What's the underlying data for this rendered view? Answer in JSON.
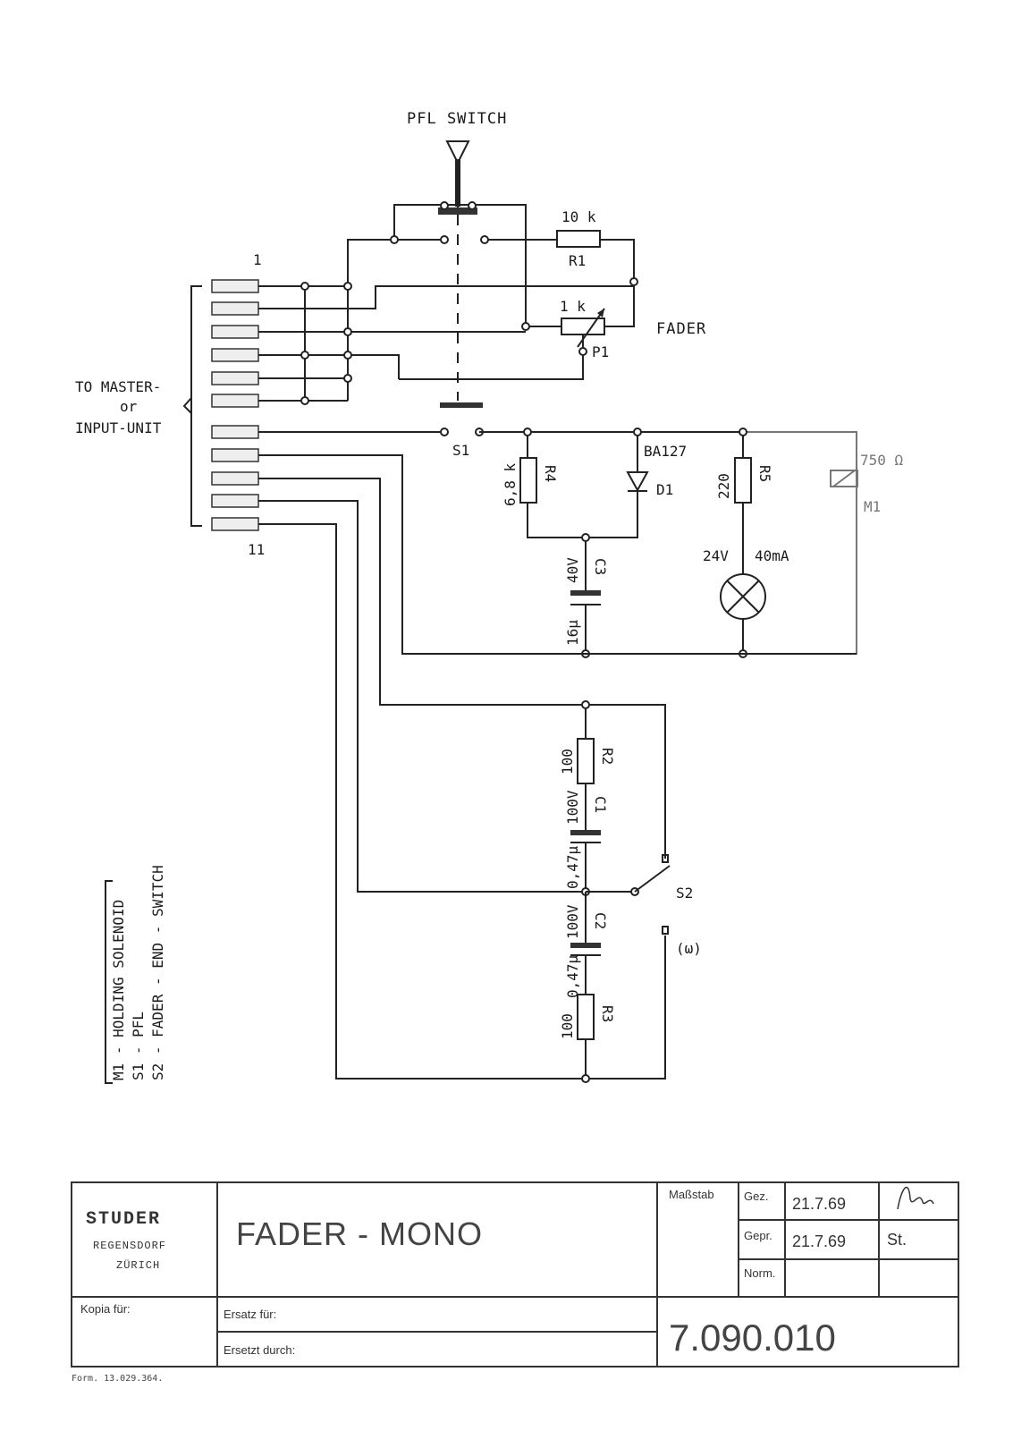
{
  "schematic": {
    "pfl_switch_label": "PFL SWITCH",
    "fader_label": "FADER",
    "connector_label_lines": [
      "TO MASTER-",
      "or",
      "INPUT-UNIT"
    ],
    "pin_first": "1",
    "pin_last": "11",
    "components": {
      "r1_value": "10 k",
      "r1_ref": "R1",
      "p1_value": "1 k",
      "p1_ref": "P1",
      "s1_ref": "S1",
      "r4_value": "6,8 k",
      "r4_ref": "R4",
      "d1_type": "BA127",
      "d1_ref": "D1",
      "r5_value": "220",
      "r5_ref": "R5",
      "m1_value": "750 Ω",
      "m1_ref": "M1",
      "c3_voltage": "40V",
      "c3_ref": "C3",
      "c3_value": "16μ",
      "lamp_voltage": "24V",
      "lamp_current": "40mA",
      "r2_value": "100",
      "r2_ref": "R2",
      "c1_voltage": "100V",
      "c1_ref": "C1",
      "c1_value": "0,47μ",
      "s2_ref": "S2",
      "s2_position": "(ω)",
      "c2_voltage": "100V",
      "c2_ref": "C2",
      "c2_value": "0,47μ",
      "r3_value": "100",
      "r3_ref": "R3"
    },
    "legend": [
      "M1 - HOLDING  SOLENOID",
      "S1 - PFL",
      "S2 - FADER - END - SWITCH"
    ]
  },
  "title_block": {
    "company": "STUDER",
    "city1": "REGENSDORF",
    "city2": "ZÜRICH",
    "title": "FADER - MONO",
    "scale_label": "Maßstab",
    "drawn_label": "Gez.",
    "drawn_date": "21.7.69",
    "checked_label": "Gepr.",
    "checked_date": "21.7.69",
    "checked_sign": "St.",
    "norm_label": "Norm.",
    "copy_for_label": "Kopia für:",
    "replacement_for_label": "Ersatz für:",
    "replaced_by_label": "Ersetzt durch:",
    "drawing_number": "7.090.010",
    "form_number": "Form. 13.029.364."
  }
}
